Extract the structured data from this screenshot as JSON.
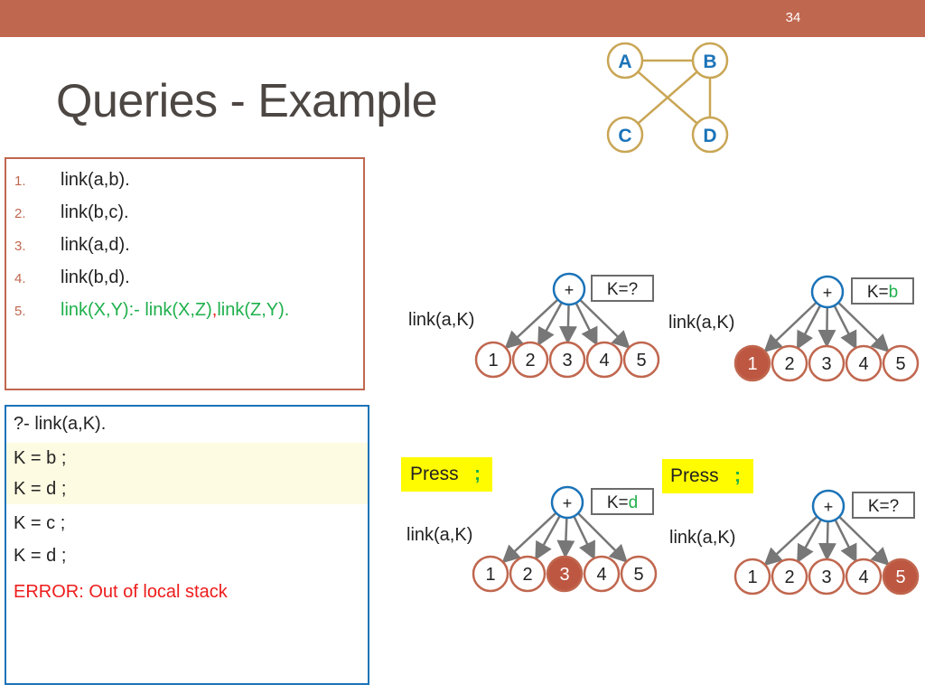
{
  "slide": {
    "number": "34",
    "title": "Queries - Example"
  },
  "program": [
    {
      "num": "1.",
      "text": "link(a,b).",
      "style": "normal"
    },
    {
      "num": "2.",
      "text": "link(b,c).",
      "style": "normal"
    },
    {
      "num": "3.",
      "text": "link(a,d).",
      "style": "normal"
    },
    {
      "num": "4.",
      "text": "link(b,d).",
      "style": "normal"
    },
    {
      "num": "5.",
      "text_a": "link(X,Y):- link(X,Z)",
      "text_comma": ",",
      "text_b": "link(Z,Y).",
      "style": "rule"
    }
  ],
  "query": {
    "lines": [
      "?- link(a,K).",
      "K = b ;",
      "K = d ;",
      "K = c ;",
      "K = d ;"
    ],
    "error": "ERROR: Out of local stack"
  },
  "graph": {
    "nodes": [
      "A",
      "B",
      "C",
      "D"
    ],
    "edges": [
      [
        "A",
        "B"
      ],
      [
        "B",
        "D"
      ],
      [
        "A",
        "D"
      ],
      [
        "B",
        "C"
      ]
    ],
    "node_color": "#1b73b8",
    "edge_color": "#c9a655"
  },
  "trees": [
    {
      "goal": "link(a,K)",
      "root": "+",
      "k_prefix": "K=",
      "k_value": "?",
      "k_value_color": "#222222",
      "children": [
        "1",
        "2",
        "3",
        "4",
        "5"
      ],
      "highlight": null
    },
    {
      "goal": "link(a,K)",
      "root": "+",
      "k_prefix": "K=",
      "k_value": "b",
      "k_value_color": "#1fb04c",
      "children": [
        "1",
        "2",
        "3",
        "4",
        "5"
      ],
      "highlight": 0
    },
    {
      "goal": "link(a,K)",
      "root": "+",
      "k_prefix": "K=",
      "k_value": "d",
      "k_value_color": "#1fb04c",
      "children": [
        "1",
        "2",
        "3",
        "4",
        "5"
      ],
      "highlight": 2
    },
    {
      "goal": "link(a,K)",
      "root": "+",
      "k_prefix": "K=",
      "k_value": "?",
      "k_value_color": "#222222",
      "children": [
        "1",
        "2",
        "3",
        "4",
        "5"
      ],
      "highlight": 4
    }
  ],
  "press": [
    {
      "label": "Press",
      "key": ";"
    },
    {
      "label": "Press",
      "key": ";"
    }
  ],
  "colors": {
    "accent": "#c0674f",
    "query_border": "#1b73b8",
    "green": "#1fb04c",
    "red": "#ee1c1c",
    "highlight_fill": "#bd5742",
    "press_bg": "#fffc00"
  }
}
